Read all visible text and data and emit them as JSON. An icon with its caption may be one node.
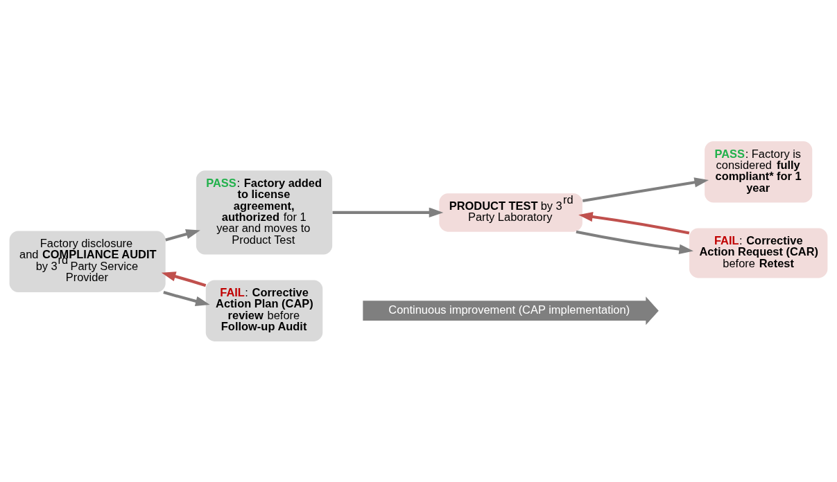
{
  "diagram": {
    "nodes": [
      {
        "text": [
          "Factory disclosure and **COMPLIANCE AUDIT** by 3$^{rd}$ Party Service Provider"
        ]
      },
      {
        "text": [
          "**PASS**: **Factory added to license agreement, authorized** for 1 year and moves to Product Test"
        ]
      },
      {
        "text": [
          "**FAIL**: **Corrective Action Plan (CAP) review** before **Follow-up Audit**"
        ]
      },
      {
        "text": [
          "**PRODUCT TEST** by 3$^{rd}$ Party Laboratory"
        ]
      },
      {
        "text": [
          "**PASS**: Factory is considered **fully compliant* for 1 year**"
        ]
      },
      {
        "text": [
          "**FAIL**: **Corrective Action Request (CAR)** before **Retest**"
        ]
      },
      {
        "text": [
          "Continuous improvement (CAP implementation)"
        ]
      }
    ],
    "edges": [
      {
        "from": 0,
        "to": 1,
        "arrow": "to"
      },
      {
        "from": 0,
        "to": 2,
        "arrow": "to"
      },
      {
        "from": 1,
        "to": 3,
        "arrow": "to"
      },
      {
        "from": 3,
        "to": 4,
        "arrow": "to"
      },
      {
        "from": 3,
        "to": 5,
        "arrow": "to"
      },
      {
        "from": 2,
        "to": 0,
        "arrow": "to",
        "color": "#c0504d"
      },
      {
        "from": 5,
        "to": 3,
        "arrow": "to",
        "color": "#c0504d"
      }
    ]
  }
}
